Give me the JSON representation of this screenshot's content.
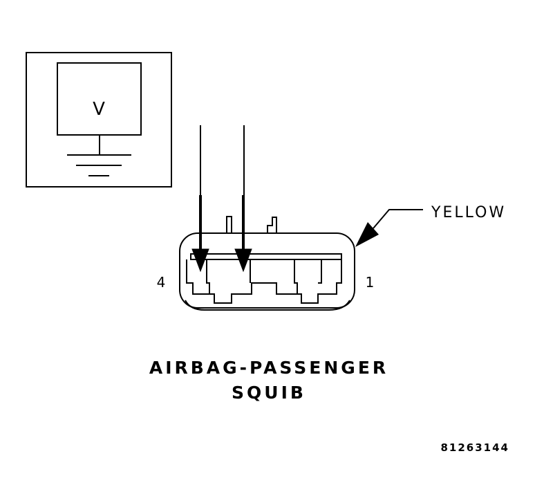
{
  "meter": {
    "symbol": "V"
  },
  "connector": {
    "pin_left": "4",
    "pin_right": "1",
    "color_label": "YELLOW"
  },
  "caption": {
    "line1": "AIRBAG-PASSENGER",
    "line2": "SQUIB"
  },
  "figure_id": "81263144"
}
